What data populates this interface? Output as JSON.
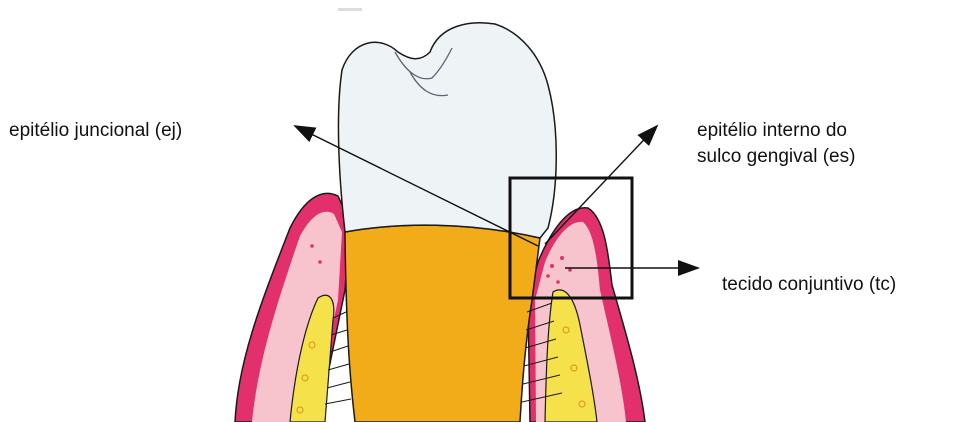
{
  "labels": {
    "ej": "epitélio juncional (ej)",
    "es_line1": "epitélio interno do",
    "es_line2": "sulco gengival (es)",
    "tc": "tecido conjuntivo (tc)"
  },
  "colors": {
    "enamel": "#eef3f6",
    "dentin": "#f2ac1a",
    "gingiva_outer": "#e2306c",
    "gingiva_inner": "#f7c3cc",
    "bone": "#f5e24a",
    "outline": "#1a1a1a"
  }
}
